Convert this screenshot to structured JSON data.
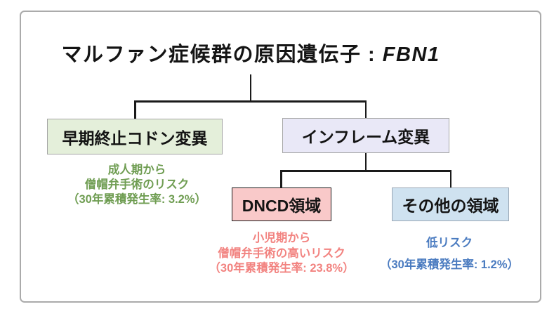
{
  "title": {
    "prefix": "マルファン症候群の原因遺伝子",
    "separator": " : ",
    "gene": "FBN1"
  },
  "nodes": {
    "ptc": {
      "label": "早期終止コドン変異",
      "fill": "#e4efda",
      "border": "#a6a6a6"
    },
    "inframe": {
      "label": "インフレーム変異",
      "fill": "#e9e8f7",
      "border": "#a6a6a6"
    },
    "dncd": {
      "label": "DNCD領域",
      "fill": "#f9c9c9",
      "border": "#1a1a1a"
    },
    "other": {
      "label": "その他の領域",
      "fill": "#cfe2f0",
      "border": "#9aa7b5"
    }
  },
  "notes": {
    "ptc": {
      "color": "#6f9d52",
      "lines": [
        "成人期から",
        "僧帽弁手術のリスク",
        "（30年累積発生率: 3.2%）"
      ]
    },
    "dncd": {
      "color": "#f28380",
      "lines": [
        "小児期から",
        "僧帽弁手術の高いリスク",
        "（30年累積発生率: 23.8%）"
      ]
    },
    "other": {
      "color": "#4a7bc0",
      "lines": [
        "低リスク",
        "（30年累積発生率: 1.2%）"
      ]
    }
  },
  "connector_color": "#1a1a1a",
  "frame_color": "#ababab"
}
